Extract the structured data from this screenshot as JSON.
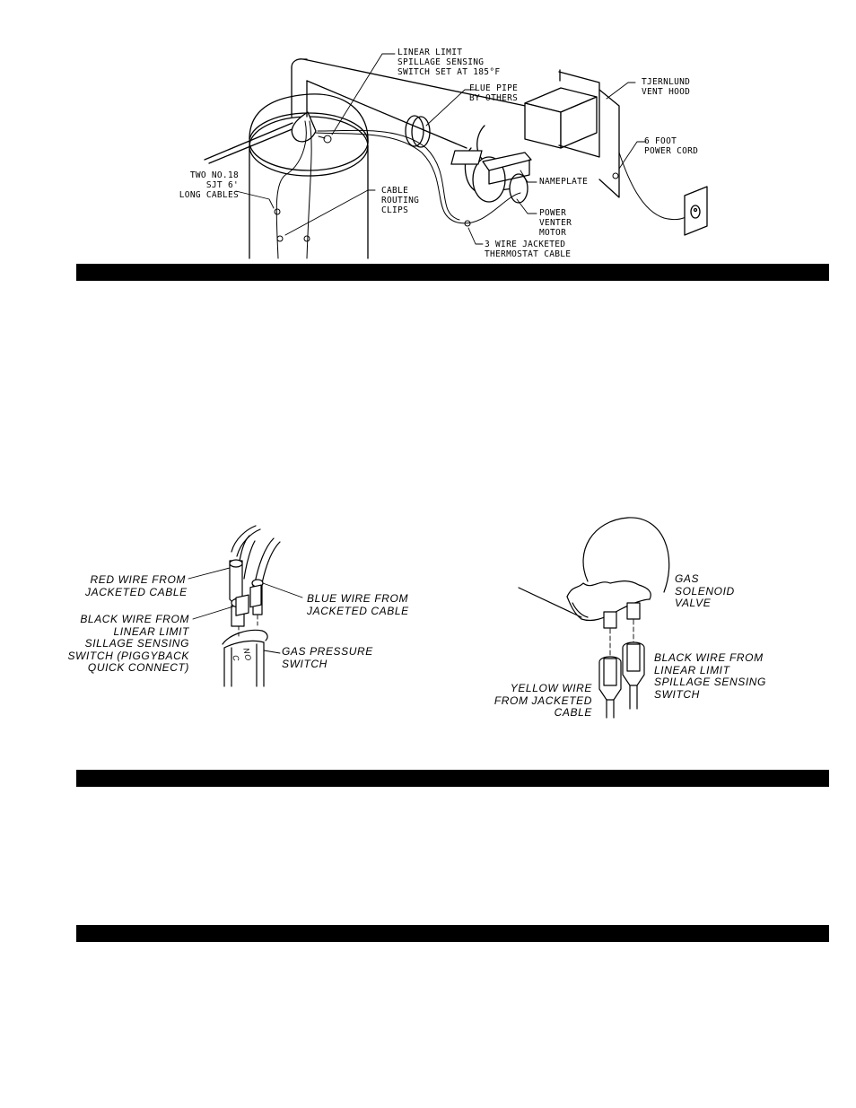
{
  "figure1": {
    "labels": {
      "limit_switch": "LINEAR LIMIT\nSPILLAGE SENSING\nSWITCH SET AT 185°F",
      "flue_pipe": "FLUE PIPE\nBY OTHERS",
      "vent_hood": "TJERNLUND\nVENT HOOD",
      "power_cord": "6 FOOT\nPOWER CORD",
      "cables": "TWO NO.18\nSJT 6'\nLONG CABLES",
      "routing_clips": "CABLE\nROUTING\nCLIPS",
      "nameplate": "NAMEPLATE",
      "motor": "POWER\nVENTER\nMOTOR",
      "thermostat_cable": "3 WIRE JACKETED\nTHERMOSTAT CABLE"
    }
  },
  "figure2": {
    "labels": {
      "red_wire": "RED WIRE FROM\nJACKETED CABLE",
      "blue_wire": "BLUE WIRE FROM\nJACKETED CABLE",
      "black_wire": "BLACK WIRE FROM\nLINEAR LIMIT\nSILLAGE SENSING\nSWITCH (PIGGYBACK\nQUICK CONNECT)",
      "pressure_switch": "GAS PRESSURE\nSWITCH",
      "switch_no": "NO",
      "switch_c": "C"
    }
  },
  "figure3": {
    "labels": {
      "solenoid": "GAS\nSOLENOID\nVALVE",
      "yellow_wire": "YELLOW WIRE\nFROM JACKETED\nCABLE",
      "black_wire": "BLACK WIRE FROM\nLINEAR LIMIT\nSPILLAGE SENSING\nSWITCH"
    }
  }
}
